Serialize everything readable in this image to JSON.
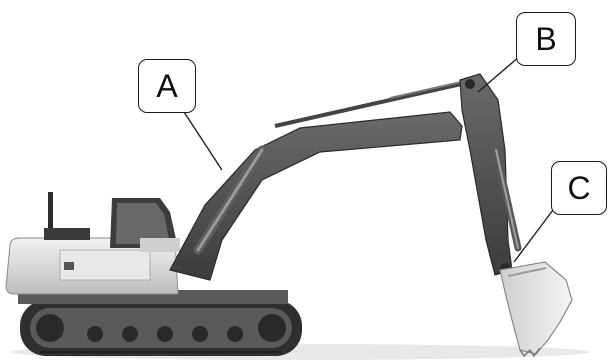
{
  "labels": {
    "a": "A",
    "b": "B",
    "c": "C"
  },
  "colors": {
    "arm_dark": "#4a4a4a",
    "body_light": "#dcdcdc",
    "bucket_light": "#e6e6e6",
    "track": "#333333"
  }
}
